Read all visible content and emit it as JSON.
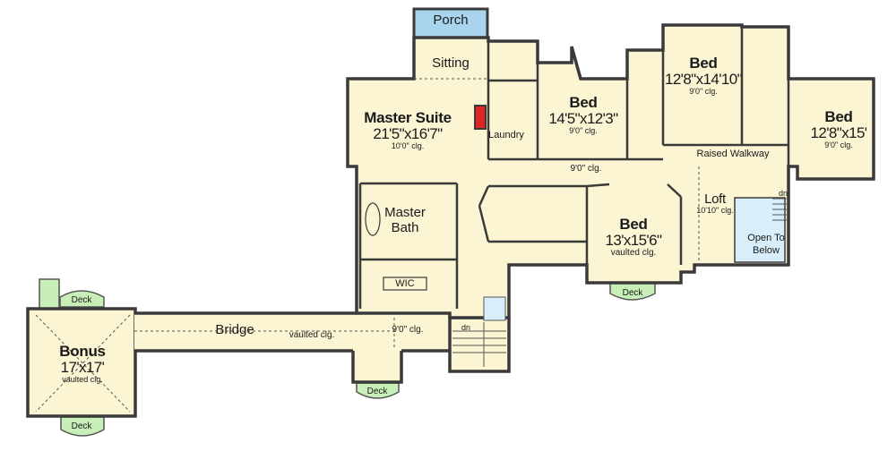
{
  "plan": {
    "colors": {
      "floor": "#fbf5d3",
      "wall": "#3a3a3a",
      "porch": "#a8d4ee",
      "deck": "#c8efb8",
      "open_below": "#d8eefa",
      "fireplace": "#e02424"
    },
    "rooms": {
      "porch": {
        "name": "Porch"
      },
      "sitting": {
        "name": "Sitting"
      },
      "master_suite": {
        "name": "Master Suite",
        "dims": "21'5\"x16'7\"",
        "ceiling": "10'0\" clg."
      },
      "laundry": {
        "name": "Laundry"
      },
      "bed1": {
        "name": "Bed",
        "dims": "14'5\"x12'3\"",
        "ceiling": "9'0\" clg."
      },
      "bed2": {
        "name": "Bed",
        "dims": "12'8\"x14'10\"",
        "ceiling": "9'0\" clg."
      },
      "bed3": {
        "name": "Bed",
        "dims": "12'8\"x15'",
        "ceiling": "9'0\" clg."
      },
      "raised_walkway": {
        "name": "Raised Walkway"
      },
      "hall": {
        "ceiling": "9'0\" clg."
      },
      "loft": {
        "name": "Loft",
        "ceiling": "10'10\" clg."
      },
      "open_below": {
        "line1": "Open To",
        "line2": "Below"
      },
      "stairs_loft": {
        "label": "dn"
      },
      "master_bath": {
        "line1": "Master",
        "line2": "Bath"
      },
      "wic": {
        "name": "WIC"
      },
      "bed4": {
        "name": "Bed",
        "dims": "13'x15'6\"",
        "ceiling": "vaulted clg."
      },
      "bed4_deck": {
        "name": "Deck"
      },
      "bridge": {
        "name": "Bridge",
        "ceiling": "vaulted clg."
      },
      "bridge_hall": {
        "ceiling": "9'0\" clg."
      },
      "stairs_main": {
        "label": "dn"
      },
      "bridge_deck": {
        "name": "Deck"
      },
      "bonus": {
        "name": "Bonus",
        "dims": "17'x17'",
        "ceiling": "vaulted clg."
      },
      "bonus_deck_top": {
        "name": "Deck"
      },
      "bonus_deck_bottom": {
        "name": "Deck"
      }
    }
  }
}
